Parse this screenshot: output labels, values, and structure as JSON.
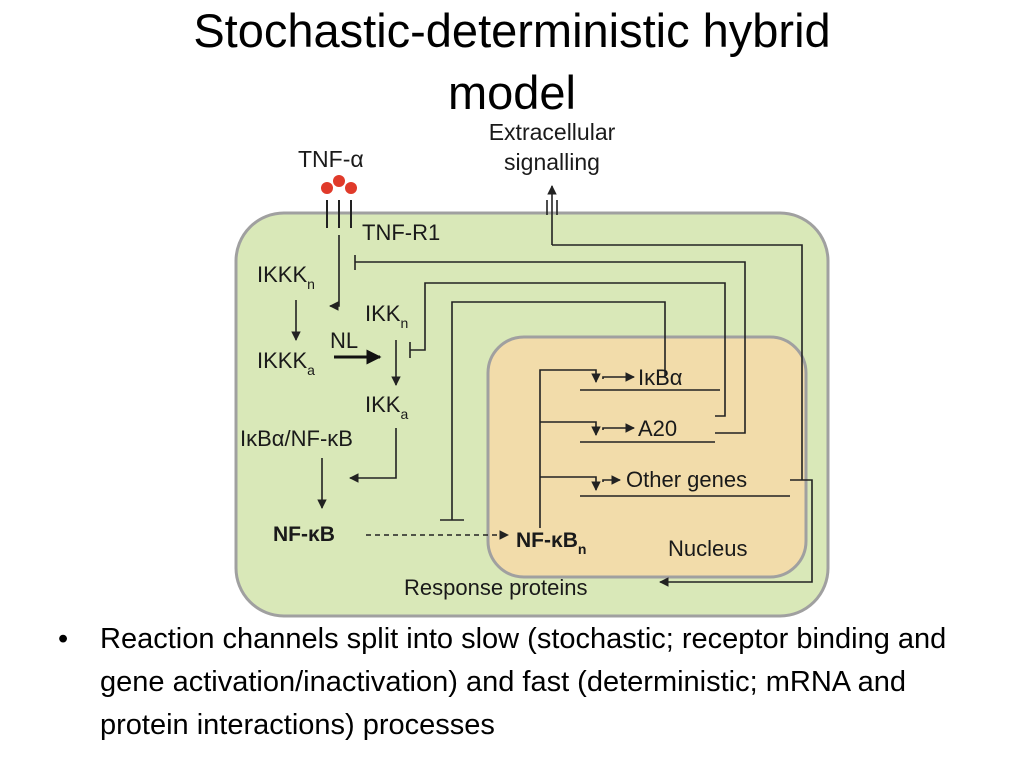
{
  "slide": {
    "title_line1": "Stochastic-deterministic hybrid",
    "title_line2": "model"
  },
  "diagram": {
    "tnf_alpha": "TNF-α",
    "extracellular_line1": "Extracellular",
    "extracellular_line2": "signalling",
    "tnf_r1": "TNF-R1",
    "ikkk_n": "IKKK",
    "ikkk_n_sub": "n",
    "ikkk_a": "IKKK",
    "ikkk_a_sub": "a",
    "nl": "NL",
    "ikk_n": "IKK",
    "ikk_n_sub": "n",
    "ikk_a": "IKK",
    "ikk_a_sub": "a",
    "ikba_nfkb": "IκBα/NF-κB",
    "nfkb": "NF-κB",
    "nfkb_n": "NF-κB",
    "nfkb_n_sub": "n",
    "nucleus": "Nucleus",
    "gene_ikba": "IκBα",
    "gene_a20": "A20",
    "gene_other": "Other genes",
    "response_proteins": "Response proteins",
    "colors": {
      "cell_fill": "#d9e8b8",
      "cell_stroke": "#a0a0a0",
      "nucleus_fill": "#f2dcaa",
      "nucleus_stroke": "#a0a0a0",
      "ligand": "#e03a2a",
      "nl_text": "#2a4fa8"
    }
  },
  "bullets": [
    "Reaction channels split into slow (stochastic; receptor binding and gene activation/inactivation) and fast (deterministic; mRNA and protein interactions) processes"
  ]
}
